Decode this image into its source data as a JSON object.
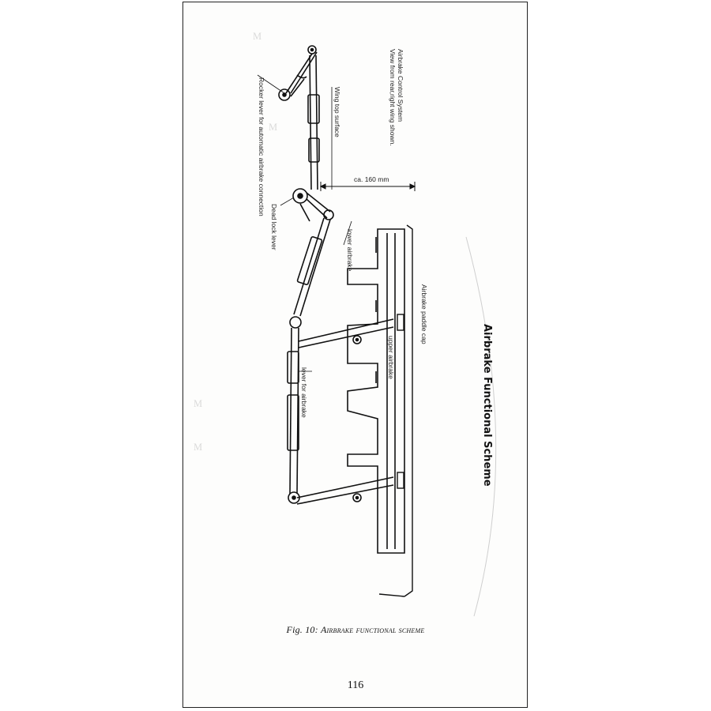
{
  "diagram": {
    "title": "Airbrake Functional Scheme",
    "labels": {
      "control_system_line1": "Airbrake Control System",
      "control_system_line2": "View from rear,right wing shown.",
      "rocker_lever": "Rocker lever for automatic airbrake connection",
      "wing_top_surface": "Wing top surface",
      "dimension": "ca. 160 mm",
      "dead_lock_lever": "Dead lock lever",
      "lower_airbrake": "lower airbrake",
      "paddle_cap": "Airbrake paddle cap",
      "upper_airbrake": "upper airbrake",
      "lever_for_airbrake": "lever for airbrake"
    }
  },
  "caption": {
    "prefix": "Fig. 10: ",
    "text": "Airbrake functional scheme"
  },
  "page_number": "116",
  "colors": {
    "ink": "#111111",
    "frame": "#222222",
    "bleed_through": "#bdbdbd"
  }
}
